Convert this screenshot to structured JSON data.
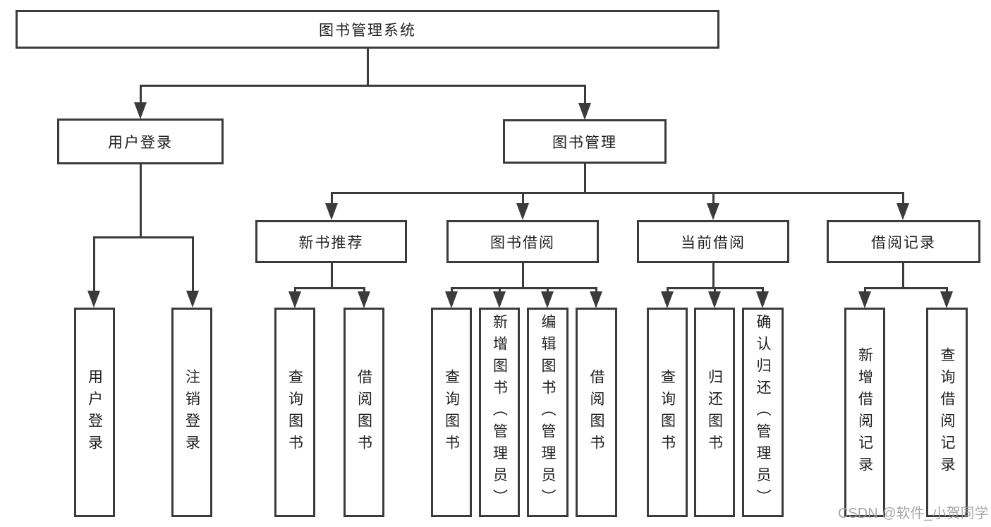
{
  "tree": {
    "root": "图书管理系统",
    "branches": [
      {
        "label": "用户登录",
        "children": [
          "用户登录",
          "注销登录"
        ]
      },
      {
        "label": "图书管理",
        "children": [
          {
            "label": "新书推荐",
            "children": [
              "查询图书",
              "借阅图书"
            ]
          },
          {
            "label": "图书借阅",
            "children": [
              "查询图书",
              "新增图书（管理员）",
              "编辑图书（管理员）",
              "借阅图书"
            ]
          },
          {
            "label": "当前借阅",
            "children": [
              "查询图书",
              "归还图书",
              "确认归还（管理员）"
            ]
          },
          {
            "label": "借阅记录",
            "children": [
              "新增借阅记录",
              "查询借阅记录"
            ]
          }
        ]
      }
    ]
  },
  "watermark": "CSDN @软件_小贺同学",
  "colors": {
    "line": "#3b3b3b",
    "text": "#1f1f1f",
    "watermark": "#a0a0a0",
    "background": "#ffffff"
  }
}
